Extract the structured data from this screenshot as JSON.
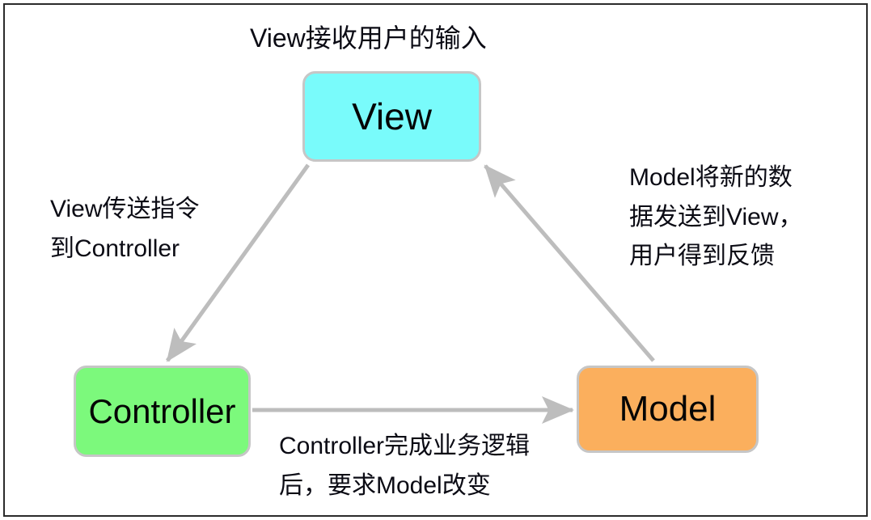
{
  "diagram": {
    "title_text": "View接收用户的输入",
    "frame_color": "#2b2b2b",
    "background": "#ffffff",
    "arrow_color": "#bdbdbd",
    "nodes": [
      {
        "id": "view",
        "label": "View",
        "fill": "#79fbfb",
        "border": "#c6c6c6"
      },
      {
        "id": "controller",
        "label": "Controller",
        "fill": "#7cf97c",
        "border": "#c6c6c6"
      },
      {
        "id": "model",
        "label": "Model",
        "fill": "#fbaf5d",
        "border": "#c6c6c6"
      }
    ],
    "captions": {
      "top": "View接收用户的输入",
      "left": "View传送指令\n到Controller",
      "right": "Model将新的数\n据发送到View，\n用户得到反馈",
      "bottom": "Controller完成业务逻辑\n后，要求Model改变"
    },
    "edges": [
      {
        "id": "view-to-controller",
        "from": "view",
        "to": "controller",
        "caption": "View传送指令到Controller"
      },
      {
        "id": "controller-to-model",
        "from": "controller",
        "to": "model",
        "caption": "Controller完成业务逻辑后，要求Model改变"
      },
      {
        "id": "model-to-view",
        "from": "model",
        "to": "view",
        "caption": "Model将新的数据发送到View，用户得到反馈"
      }
    ]
  }
}
